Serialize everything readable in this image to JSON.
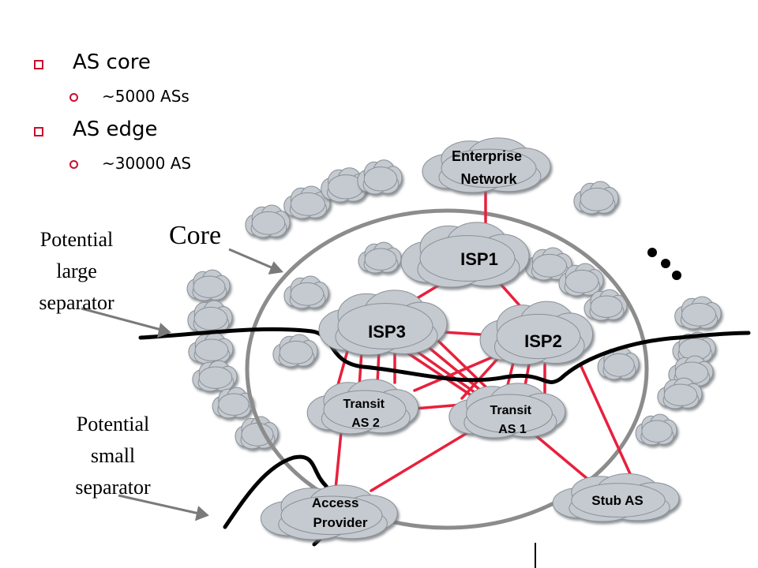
{
  "bullets": [
    {
      "text": "AS core",
      "sub": "~5000 ASs"
    },
    {
      "text": "AS edge",
      "sub": "~30000 AS"
    }
  ],
  "labels": {
    "large_separator": [
      "Potential",
      "large",
      "separator"
    ],
    "small_separator": [
      "Potential",
      "small",
      "separator"
    ],
    "core": "Core"
  },
  "nodes": {
    "enterprise": [
      "Enterprise",
      "Network"
    ],
    "isp1": [
      "ISP1"
    ],
    "isp3": [
      "ISP3"
    ],
    "isp2": [
      "ISP2"
    ],
    "transit2": [
      "Transit",
      "AS 2"
    ],
    "transit1": [
      "Transit",
      "AS 1"
    ],
    "access": [
      "Access",
      "Provider"
    ],
    "stub": [
      "Stub AS"
    ]
  },
  "colors": {
    "link": "#e8203c",
    "cloud_fill": "#c4cad0",
    "cloud_edge": "#8a9096",
    "core_circle": "#8c8c8c",
    "separator": "#000000",
    "bullet": "#c8102e"
  }
}
